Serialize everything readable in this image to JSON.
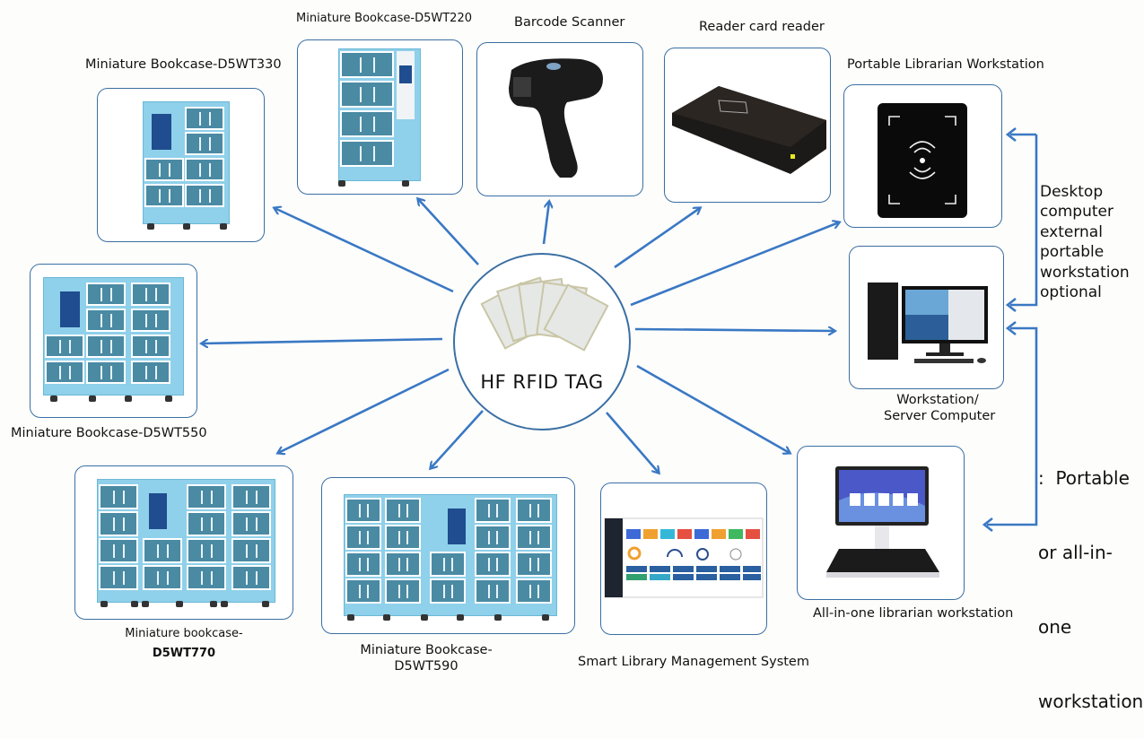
{
  "center": {
    "label": "HF RFID TAG",
    "icon": "rfid-tag-stack-icon"
  },
  "nodes": [
    {
      "id": "d5wt330",
      "label": "Miniature Bookcase-D5WT330",
      "icon": "bookcase-icon"
    },
    {
      "id": "d5wt220",
      "label": "Miniature Bookcase-D5WT220",
      "icon": "bookcase-icon"
    },
    {
      "id": "barcode",
      "label": "Barcode Scanner",
      "icon": "barcode-scanner-icon"
    },
    {
      "id": "cardreader",
      "label": "Reader card reader",
      "icon": "card-reader-icon"
    },
    {
      "id": "portable",
      "label": "Portable Librarian Workstation",
      "icon": "rfid-reader-pad-icon"
    },
    {
      "id": "d5wt550",
      "label": "Miniature Bookcase-D5WT550",
      "icon": "bookcase-icon"
    },
    {
      "id": "server",
      "label_line1": "Workstation/",
      "label_line2": "Server Computer",
      "icon": "desktop-computer-icon"
    },
    {
      "id": "d5wt770",
      "label_line1": "Miniature bookcase-",
      "label_line2": "D5WT770",
      "icon": "bookcase-icon"
    },
    {
      "id": "d5wt590",
      "label_line1": "Miniature Bookcase-",
      "label_line2": "D5WT590",
      "icon": "bookcase-icon"
    },
    {
      "id": "slms",
      "label": "Smart Library Management System",
      "icon": "dashboard-screen-icon"
    },
    {
      "id": "allinone",
      "label": "All-in-one librarian workstation",
      "icon": "kiosk-workstation-icon"
    }
  ],
  "notes": {
    "desktop_optional": [
      "Desktop",
      "computer",
      "external",
      "portable",
      "workstation",
      "optional"
    ],
    "portable_or_allinone": [
      ":  Portable",
      "or all-in-",
      "one",
      "workstation"
    ]
  },
  "colors": {
    "arrow": "#3a78c4",
    "box_border": "#3a6fa3",
    "bookcase": "#8fd0ea",
    "door": "#4a8aa3"
  }
}
